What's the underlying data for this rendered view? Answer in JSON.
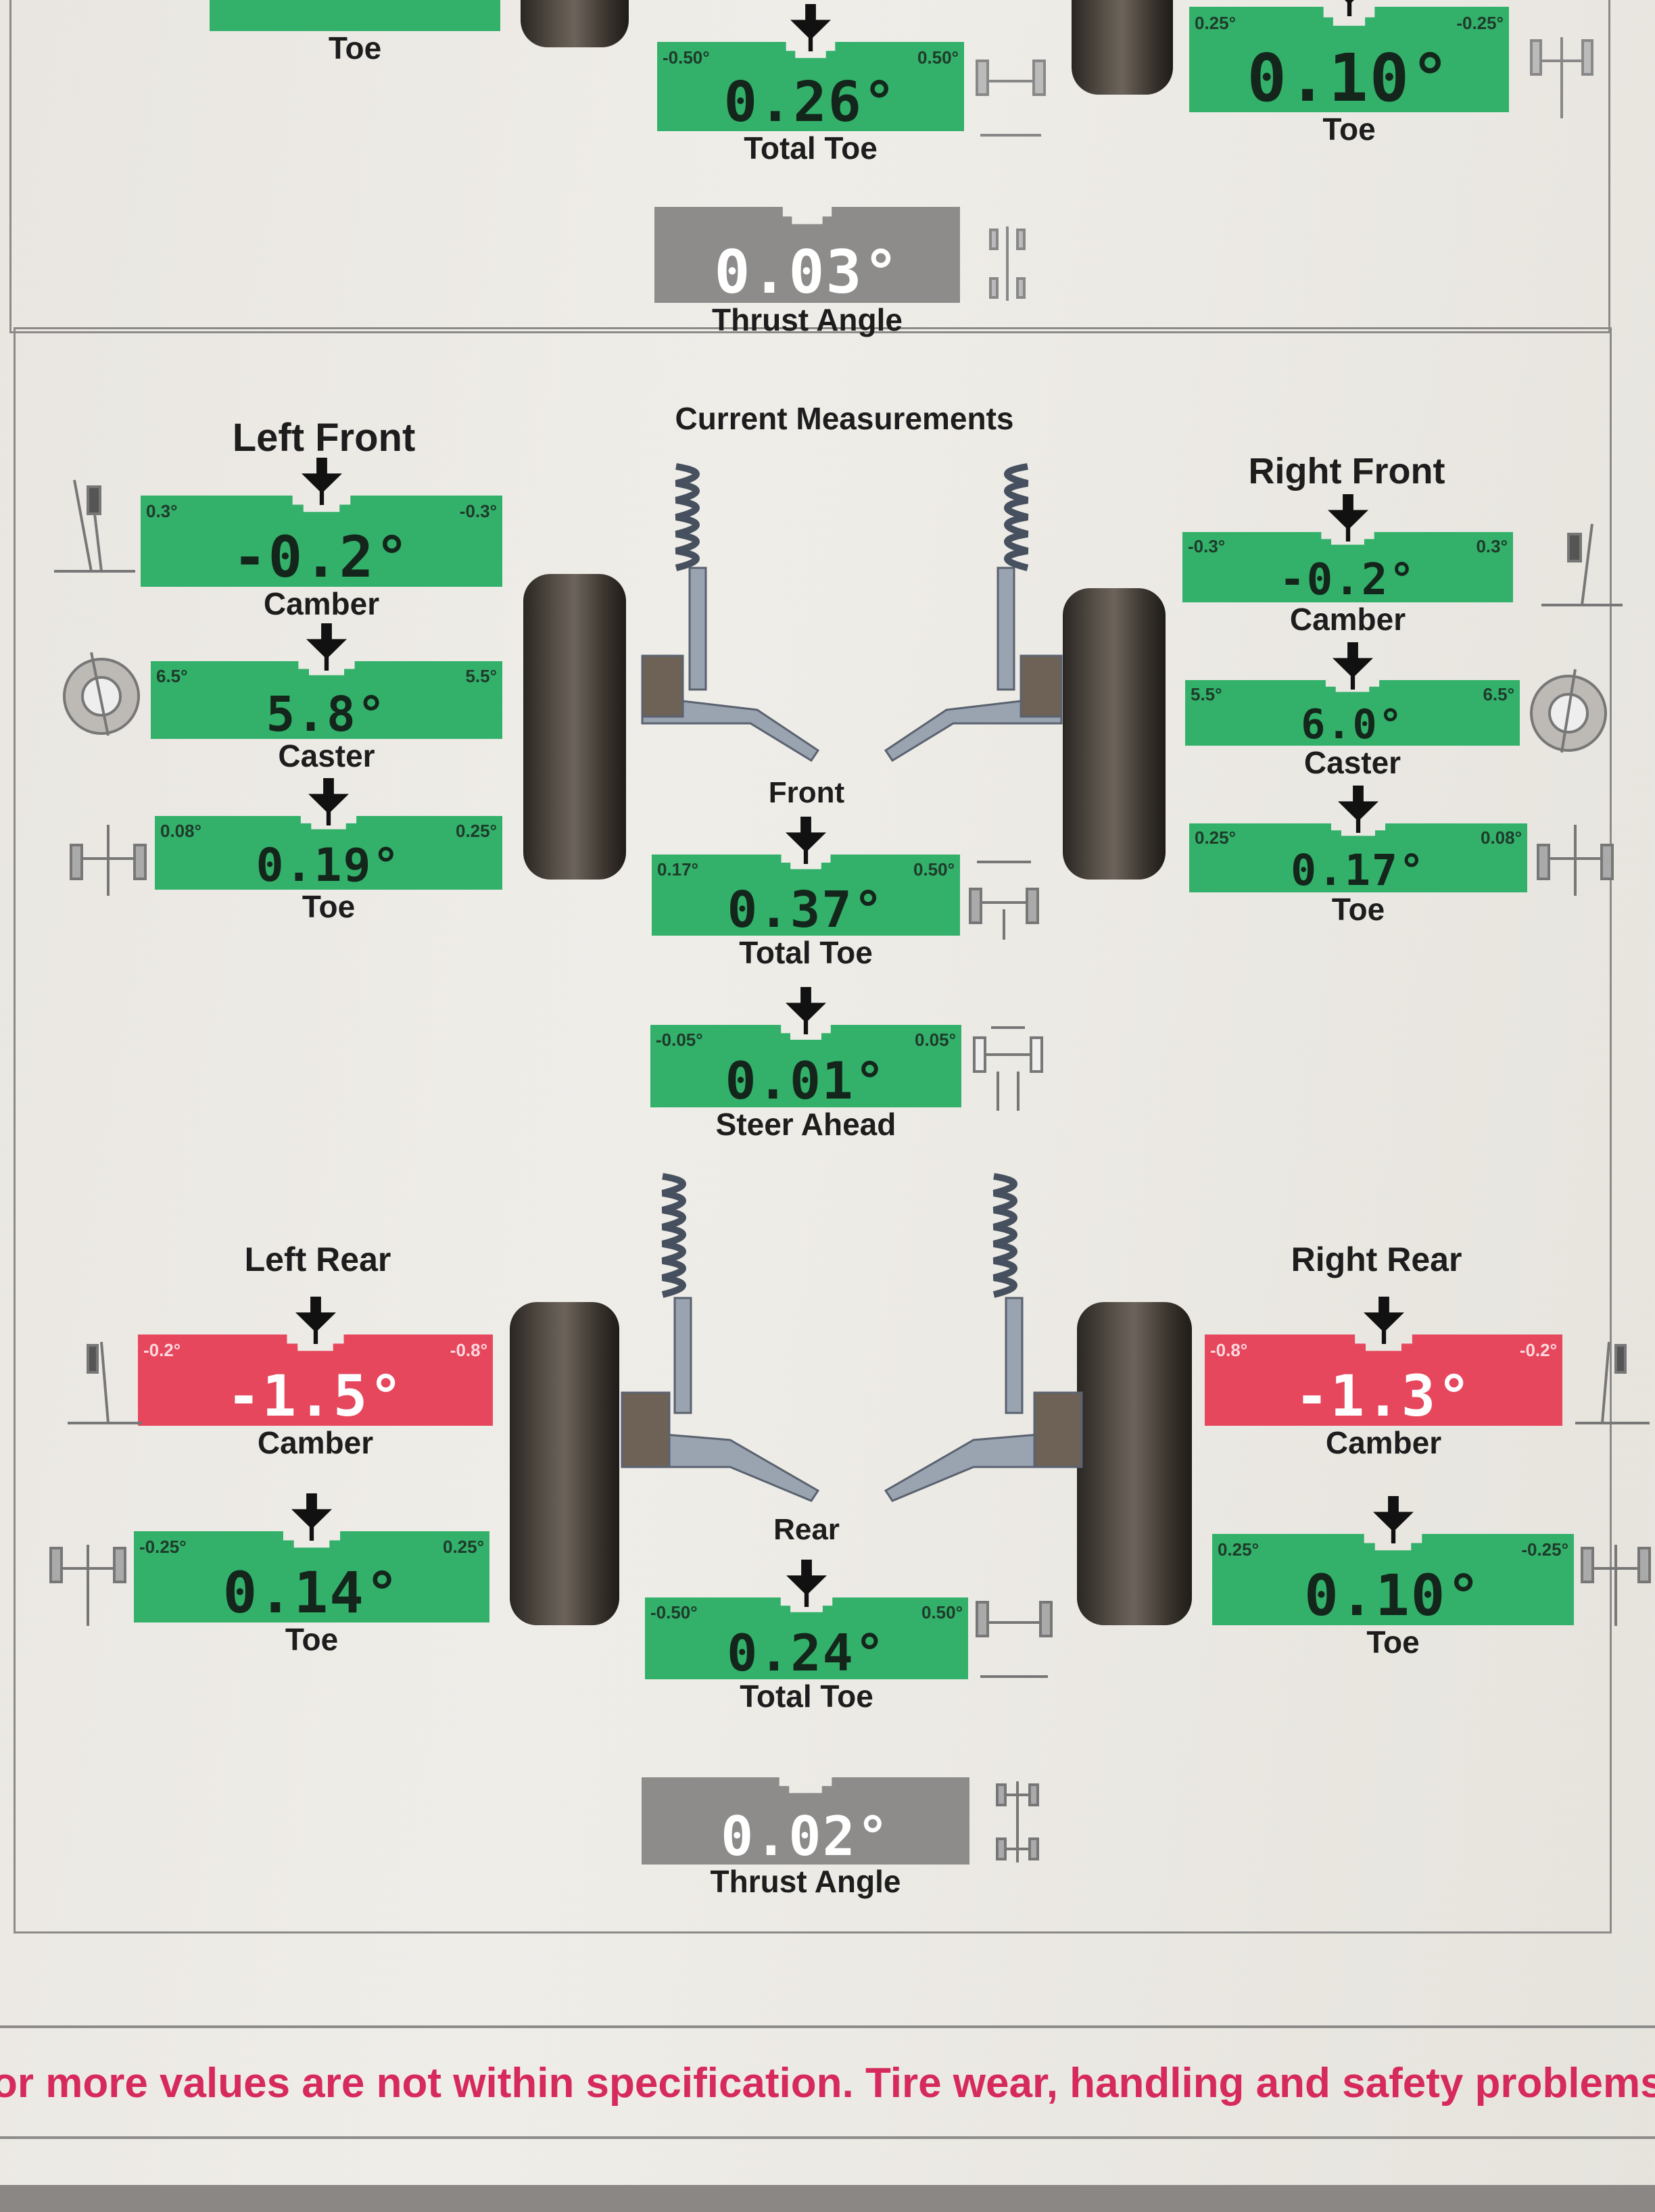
{
  "colors": {
    "in_spec": "#33b06a",
    "out_of_spec": "#e6475c",
    "reference": "#8d8c8a",
    "warning_text": "#d62a5c"
  },
  "previous_section": {
    "left_toe": {
      "label": "Toe",
      "status": "ok"
    },
    "total_toe": {
      "label": "Total Toe",
      "value": "0.26°",
      "min": "-0.50°",
      "max": "0.50°",
      "status": "ok"
    },
    "right_toe": {
      "label": "Toe",
      "value": "0.10°",
      "min": "0.25°",
      "max": "-0.25°",
      "status": "ok"
    },
    "thrust_angle": {
      "label": "Thrust Angle",
      "value": "0.03°",
      "status": "ref"
    }
  },
  "current": {
    "title": "Current Measurements",
    "left_front": {
      "label": "Left Front",
      "camber": {
        "label": "Camber",
        "value": "-0.2°",
        "min": "0.3°",
        "max": "-0.3°",
        "status": "ok"
      },
      "caster": {
        "label": "Caster",
        "value": "5.8°",
        "min": "6.5°",
        "max": "5.5°",
        "status": "ok"
      },
      "toe": {
        "label": "Toe",
        "value": "0.19°",
        "min": "0.08°",
        "max": "0.25°",
        "status": "ok"
      }
    },
    "right_front": {
      "label": "Right Front",
      "camber": {
        "label": "Camber",
        "value": "-0.2°",
        "min": "-0.3°",
        "max": "0.3°",
        "status": "ok"
      },
      "caster": {
        "label": "Caster",
        "value": "6.0°",
        "min": "5.5°",
        "max": "6.5°",
        "status": "ok"
      },
      "toe": {
        "label": "Toe",
        "value": "0.17°",
        "min": "0.25°",
        "max": "0.08°",
        "status": "ok"
      }
    },
    "front": {
      "label": "Front",
      "total_toe": {
        "label": "Total Toe",
        "value": "0.37°",
        "min": "0.17°",
        "max": "0.50°",
        "status": "ok"
      },
      "steer_ahead": {
        "label": "Steer Ahead",
        "value": "0.01°",
        "min": "-0.05°",
        "max": "0.05°",
        "status": "ok"
      }
    },
    "left_rear": {
      "label": "Left Rear",
      "camber": {
        "label": "Camber",
        "value": "-1.5°",
        "min": "-0.2°",
        "max": "-0.8°",
        "status": "bad"
      },
      "toe": {
        "label": "Toe",
        "value": "0.14°",
        "min": "-0.25°",
        "max": "0.25°",
        "status": "ok"
      }
    },
    "right_rear": {
      "label": "Right Rear",
      "camber": {
        "label": "Camber",
        "value": "-1.3°",
        "min": "-0.8°",
        "max": "-0.2°",
        "status": "bad"
      },
      "toe": {
        "label": "Toe",
        "value": "0.10°",
        "min": "0.25°",
        "max": "-0.25°",
        "status": "ok"
      }
    },
    "rear": {
      "label": "Rear",
      "total_toe": {
        "label": "Total Toe",
        "value": "0.24°",
        "min": "-0.50°",
        "max": "0.50°",
        "status": "ok"
      },
      "thrust_angle": {
        "label": "Thrust Angle",
        "value": "0.02°",
        "status": "ref"
      }
    }
  },
  "warning": "or more values are not within specification.  Tire wear, handling and safety problems"
}
